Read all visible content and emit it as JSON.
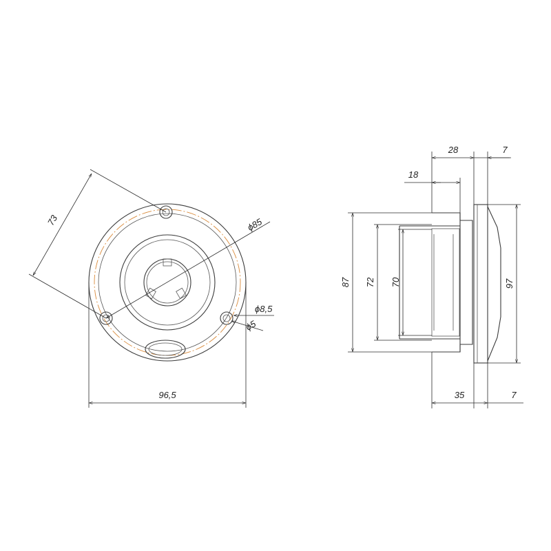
{
  "dimensions": {
    "front_width": "96,5",
    "hole_spacing": "73",
    "bolt_circle": "ϕ85",
    "hole_outer": "ϕ8,5",
    "hole_inner": "ϕ5",
    "top_28": "28",
    "top_7": "7",
    "top_18": "18",
    "left_87": "87",
    "left_72": "72",
    "left_70": "70",
    "right_97": "97",
    "bottom_35": "35",
    "bottom_7": "7"
  },
  "colors": {
    "line": "#3a3a3a",
    "centerline": "#d98a3a"
  }
}
